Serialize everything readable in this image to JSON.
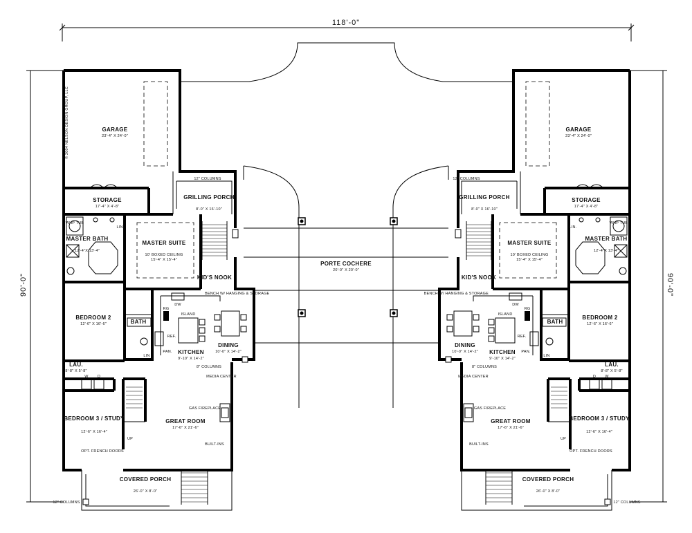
{
  "overall": {
    "width_dim": "118'-0\"",
    "depth_dim_left": "90'-0\"",
    "depth_dim_right": "90'-0\""
  },
  "copyright": "© 2004 NELSON DESIGN GROUP, LLC",
  "center": {
    "porte_cochere": {
      "name": "PORTE COCHERE",
      "size": "20'-0\" X 20'-0\""
    }
  },
  "units": [
    {
      "side": "left",
      "garage": {
        "name": "GARAGE",
        "size": "23'-4\" X 24'-0\""
      },
      "storage": {
        "name": "STORAGE",
        "size": "17'-4\" X 4'-8\""
      },
      "grilling_porch": {
        "name": "GRILLING PORCH",
        "size": "8'-0\" X 16'-10\""
      },
      "columns_note_top": "12\" COLUMNS",
      "master_bath": {
        "name": "MASTER BATH",
        "size": "12'-4\"X 13'-4\""
      },
      "whp_tub": "WHP TUB",
      "lin": "LIN.",
      "master_suite": {
        "name": "MASTER SUITE",
        "ceiling": "10' BOXED CEILING",
        "size": "15'-4\" X 15'-4\""
      },
      "kids_nook": "KID'S NOOK",
      "bench_note": "BENCH W/ HANGING & STORAGE",
      "dw": "DW",
      "island": "ISLAND",
      "ref": "REF.",
      "rg": "RG",
      "pan": "PAN.",
      "lin2": "LIN",
      "bath": "BATH",
      "bedroom2": {
        "name": "BEDROOM 2",
        "size": "12'-6\" X 16'-6\""
      },
      "kitchen": {
        "name": "KITCHEN",
        "size": "9'-10\" X 14'-2\""
      },
      "dining": {
        "name": "DINING",
        "size": "10'-0\" X 14'-2\""
      },
      "columns_note_mid": "8\" COLUMNS",
      "laundry": {
        "name": "LAU.",
        "size": "8'-8\" X 5'-8\""
      },
      "w": "W",
      "dryer": "D",
      "media_center": "MEDIA CENTER",
      "gas_fireplace": "GAS FIREPLACE",
      "great_room": {
        "name": "GREAT ROOM",
        "size": "17'-6\" X 21'-6\""
      },
      "built_ins": "BUILT-INS",
      "bedroom3": {
        "name": "BEDROOM 3 / STUDY",
        "size": "12'-6\" X 16'-4\""
      },
      "up": "UP",
      "opt_doors": "OPT. FRENCH DOORS",
      "covered_porch": {
        "name": "COVERED PORCH",
        "size": "26'-0\" X 8'-0\""
      },
      "columns_note_bottom": "12\" COLUMNS"
    },
    {
      "side": "right",
      "garage": {
        "name": "GARAGE",
        "size": "23'-4\" X 24'-0\""
      },
      "storage": {
        "name": "STORAGE",
        "size": "17'-4\" X 4'-8\""
      },
      "grilling_porch": {
        "name": "GRILLING PORCH",
        "size": "8'-0\" X 16'-10\""
      },
      "columns_note_top": "12\" COLUMNS",
      "master_bath": {
        "name": "MASTER BATH",
        "size": "12'-4\"X 13'-4\""
      },
      "whp_tub": "WHP TUB",
      "lin": "LIN.",
      "master_suite": {
        "name": "MASTER SUITE",
        "ceiling": "10' BOXED CEILING",
        "size": "15'-4\" X 15'-4\""
      },
      "kids_nook": "KID'S NOOK",
      "bench_note": "BENCH W/ HANGING & STORAGE",
      "dw": "DW",
      "island": "ISLAND",
      "ref": "REF.",
      "rg": "RG",
      "pan": "PAN.",
      "lin2": "LIN",
      "bath": "BATH",
      "bedroom2": {
        "name": "BEDROOM 2",
        "size": "12'-6\" X 16'-6\""
      },
      "kitchen": {
        "name": "KITCHEN",
        "size": "9'-10\" X 14'-2\""
      },
      "dining": {
        "name": "DINING",
        "size": "10'-0\" X 14'-2\""
      },
      "columns_note_mid": "8\" COLUMNS",
      "laundry": {
        "name": "LAU.",
        "size": "8'-8\" X 5'-8\""
      },
      "w": "W",
      "dryer": "D",
      "media_center": "MEDIA CENTER",
      "gas_fireplace": "GAS FIREPLACE",
      "great_room": {
        "name": "GREAT ROOM",
        "size": "17'-6\" X 21'-6\""
      },
      "built_ins": "BUILT-INS",
      "bedroom3": {
        "name": "BEDROOM 3 / STUDY",
        "size": "12'-6\" X 16'-4\""
      },
      "up": "UP",
      "opt_doors": "OPT. FRENCH DOORS",
      "covered_porch": {
        "name": "COVERED PORCH",
        "size": "26'-0\" X 8'-0\""
      },
      "columns_note_bottom": "12\" COLUMNS"
    }
  ]
}
